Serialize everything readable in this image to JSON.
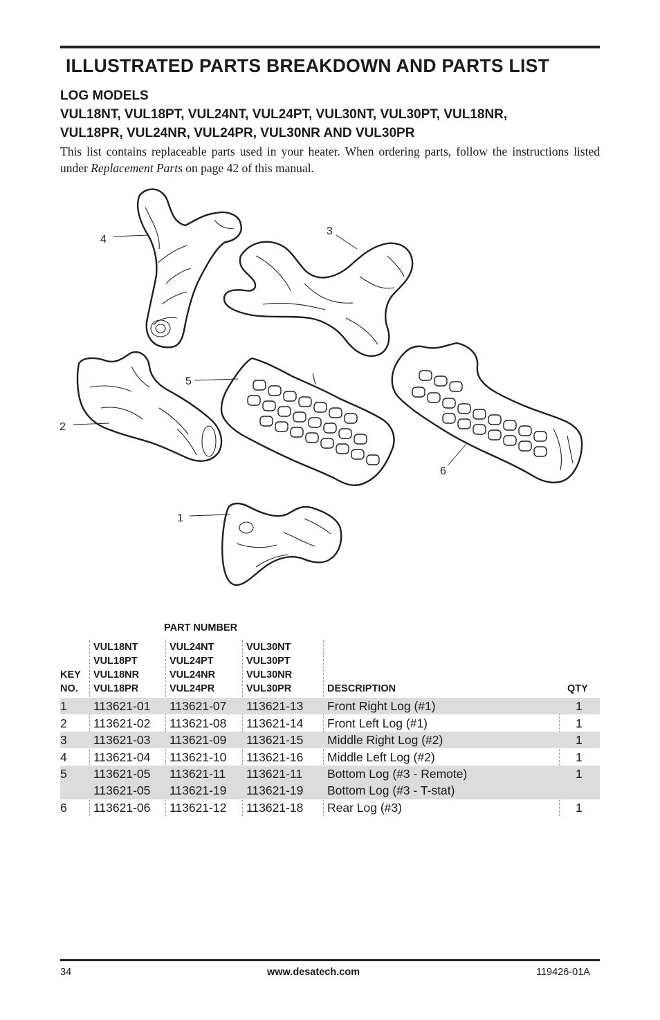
{
  "header": {
    "title": "ILLUSTRATED PARTS BREAKDOWN AND PARTS LIST",
    "subtitle_line1": "LOG MODELS",
    "subtitle_line2": "VUL18NT, VUL18PT, VUL24NT, VUL24PT, VUL30NT, VUL30PT, VUL18NR,",
    "subtitle_line3": "VUL18PR, VUL24NR, VUL24PR, VUL30NR AND VUL30PR"
  },
  "intro": {
    "text_before": "This list contains replaceable parts used in your heater. When ordering parts, follow the instructions listed under ",
    "italic": "Replacement Parts",
    "text_after": " on page 42 of this manual."
  },
  "diagram": {
    "callouts": {
      "c1": "1",
      "c2": "2",
      "c3": "3",
      "c4": "4",
      "c5": "5",
      "c6": "6"
    }
  },
  "table": {
    "part_number_label": "PART NUMBER",
    "headers": {
      "key": "KEY\nNO.",
      "col18": "VUL18NT\nVUL18PT\nVUL18NR\nVUL18PR",
      "col24": "VUL24NT\nVUL24PT\nVUL24NR\nVUL24PR",
      "col30": "VUL30NT\nVUL30PT\nVUL30NR\nVUL30PR",
      "description": "DESCRIPTION",
      "qty": "QTY"
    },
    "rows": [
      {
        "key": "1",
        "p18": "113621-01",
        "p24": "113621-07",
        "p30": "113621-13",
        "desc": "Front Right Log (#1)",
        "qty": "1"
      },
      {
        "key": "2",
        "p18": "113621-02",
        "p24": "113621-08",
        "p30": "113621-14",
        "desc": "Front Left Log (#1)",
        "qty": "1"
      },
      {
        "key": "3",
        "p18": "113621-03",
        "p24": "113621-09",
        "p30": "113621-15",
        "desc": "Middle Right Log (#2)",
        "qty": "1"
      },
      {
        "key": "4",
        "p18": "113621-04",
        "p24": "113621-10",
        "p30": "113621-16",
        "desc": "Middle Left Log (#2)",
        "qty": "1"
      },
      {
        "key": "5",
        "p18": "113621-05",
        "p24": "113621-11",
        "p30": "113621-11",
        "desc": "Bottom Log (#3 - Remote)",
        "qty": "1"
      },
      {
        "key": "",
        "p18": "113621-05",
        "p24": "113621-19",
        "p30": "113621-19",
        "desc": "Bottom Log (#3 - T-stat)",
        "qty": ""
      },
      {
        "key": "6",
        "p18": "113621-06",
        "p24": "113621-12",
        "p30": "113621-18",
        "desc": "Rear Log (#3)",
        "qty": "1"
      }
    ]
  },
  "footer": {
    "page_number": "34",
    "url": "www.desatech.com",
    "doc_number": "119426-01A"
  }
}
